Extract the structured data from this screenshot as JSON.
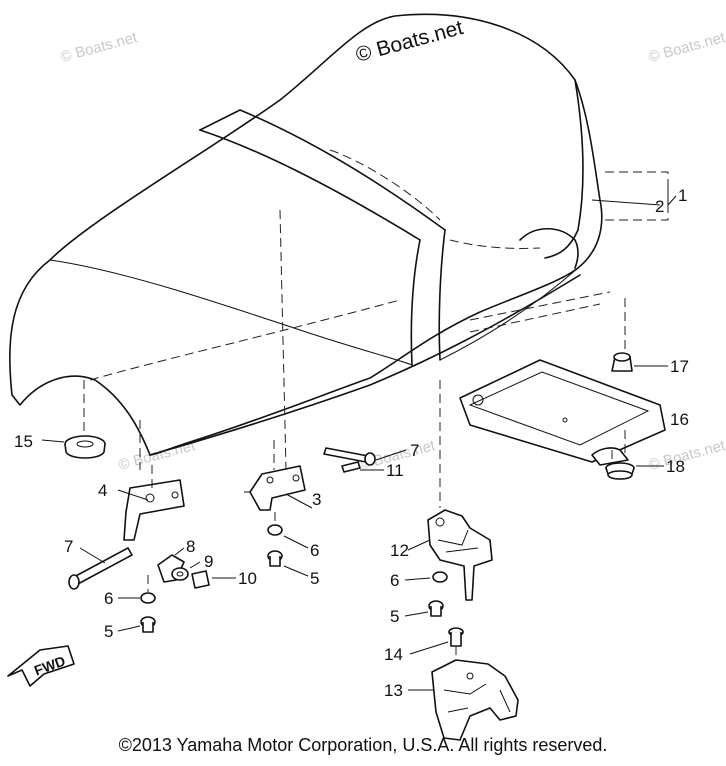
{
  "watermarks": {
    "main": "© Boats.net",
    "faint": "© Boats.net"
  },
  "fwd_label": "FWD",
  "part_numbers": {
    "p1": "1",
    "p2": "2",
    "p3": "3",
    "p4": "4",
    "p5a": "5",
    "p5b": "5",
    "p5c": "5",
    "p6a": "6",
    "p6b": "6",
    "p6c": "6",
    "p7a": "7",
    "p7b": "7",
    "p8": "8",
    "p9": "9",
    "p10": "10",
    "p11": "11",
    "p12": "12",
    "p13": "13",
    "p14": "14",
    "p15": "15",
    "p16": "16",
    "p17": "17",
    "p18": "18"
  },
  "copyright": "©2013 Yamaha Motor Corporation, U.S.A. All rights reserved."
}
